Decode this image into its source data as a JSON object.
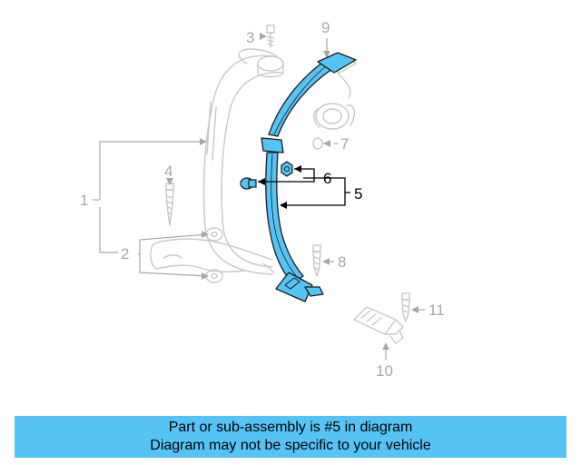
{
  "colors": {
    "highlight": "#55c4f5",
    "highlight_stroke": "#1a1a1a",
    "faded_part": "#c8c8c8",
    "faded_label": "#a8a8a8",
    "active_label": "#000000",
    "banner_bg": "#55c4f5"
  },
  "callouts": {
    "c1": "1",
    "c2": "2",
    "c3": "3",
    "c4": "4",
    "c5": "5",
    "c6": "6",
    "c7": "7",
    "c8": "8",
    "c9": "9",
    "c10": "10",
    "c11": "11"
  },
  "banner": {
    "line1": "Part or sub-assembly is #5 in diagram",
    "line2": "Diagram may not be specific to your vehicle"
  }
}
